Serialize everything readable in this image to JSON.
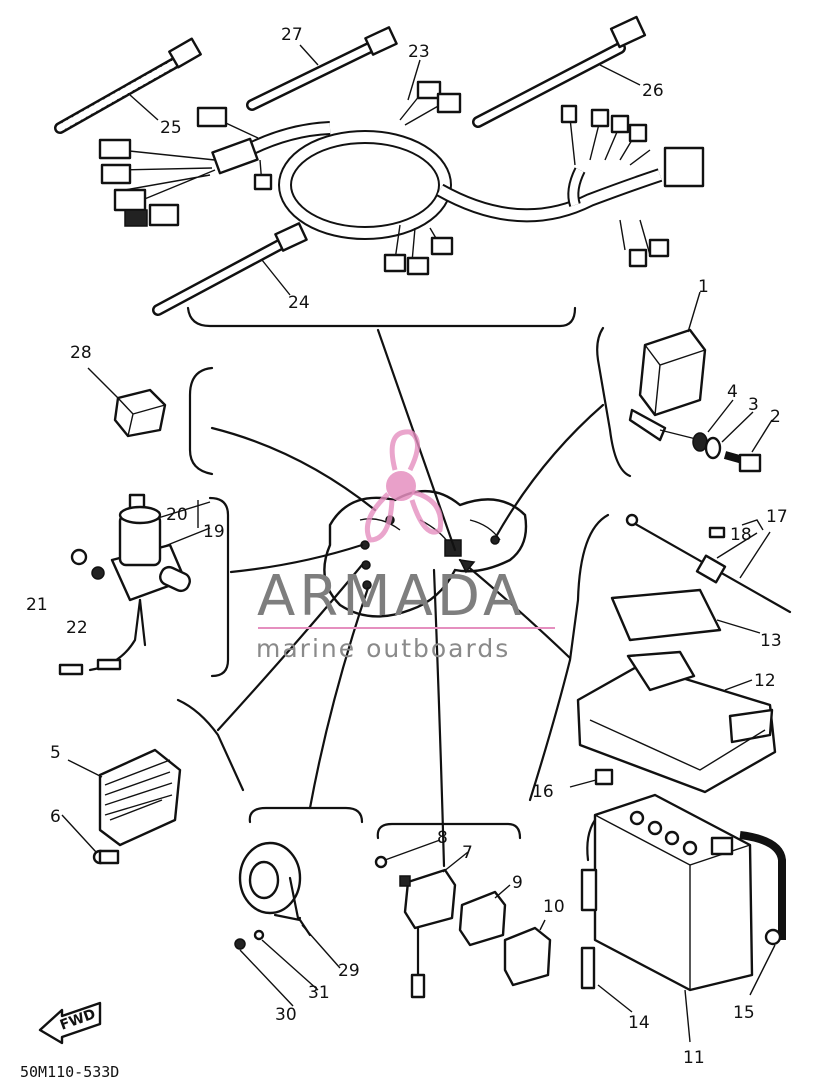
{
  "watermark": {
    "title": "ARMADA",
    "subtitle": "marine outboards"
  },
  "drawing_code": "50M110-533D",
  "fwd_label": "FWD",
  "callouts": {
    "c1": "1",
    "c2": "2",
    "c3": "3",
    "c4": "4",
    "c5": "5",
    "c6": "6",
    "c7": "7",
    "c8": "8",
    "c9": "9",
    "c10": "10",
    "c11": "11",
    "c12": "12",
    "c13": "13",
    "c14": "14",
    "c15": "15",
    "c16": "16",
    "c17": "17",
    "c18": "18",
    "c19": "19",
    "c20": "20",
    "c21": "21",
    "c22": "22",
    "c23": "23",
    "c24": "24",
    "c25": "25",
    "c26": "26",
    "c27": "27",
    "c28": "28",
    "c29": "29",
    "c30": "30",
    "c31": "31"
  },
  "colors": {
    "ink": "#111111",
    "watermark_pink": "#e58fbf",
    "watermark_gray": "#7e7e7e"
  }
}
